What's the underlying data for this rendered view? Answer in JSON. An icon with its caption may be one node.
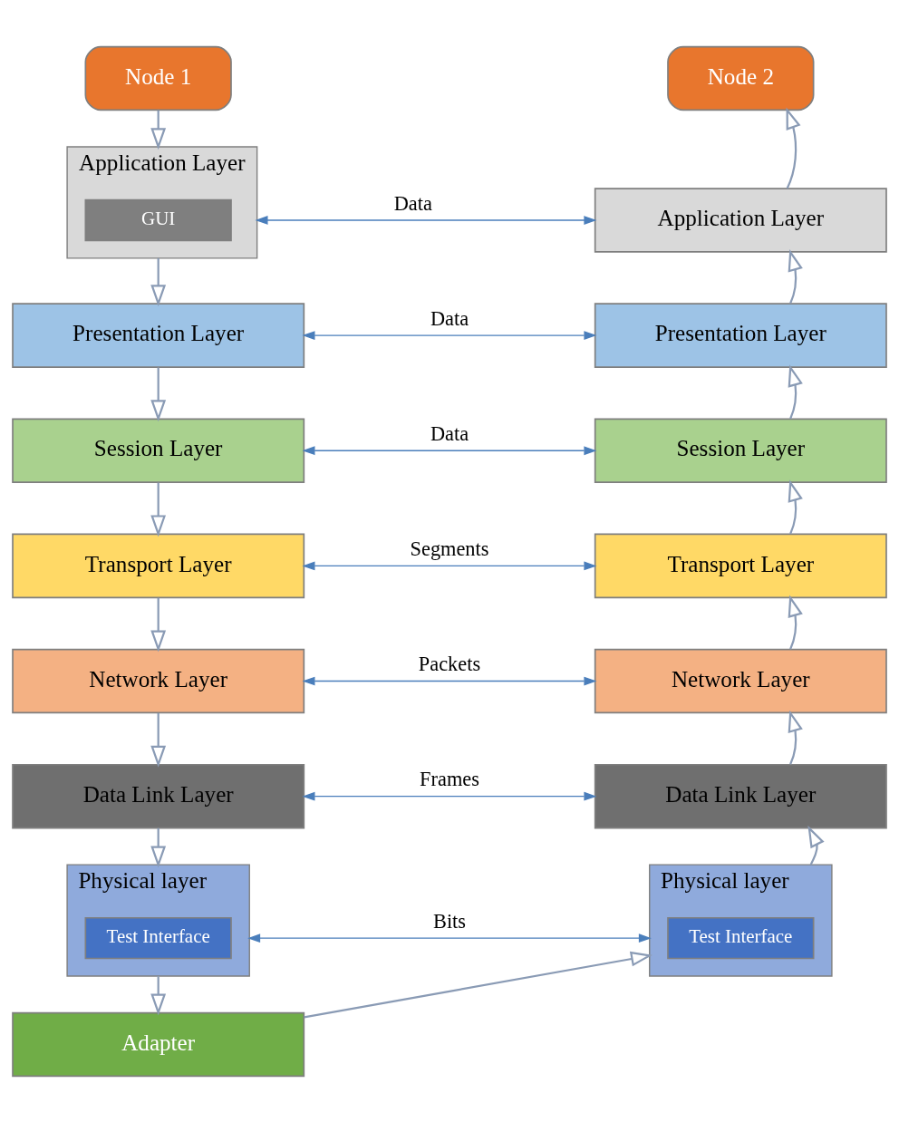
{
  "diagram": {
    "nodes": [
      {
        "text": [
          "Node 1"
        ]
      },
      {
        "text": [
          "Node 2"
        ]
      },
      {
        "text": [
          "Application Layer"
        ]
      },
      {
        "text": [
          "GUI"
        ],
        "in": 2
      },
      {
        "text": [
          "Application Layer"
        ]
      },
      {
        "text": [
          "Presentation Layer"
        ]
      },
      {
        "text": [
          "Presentation Layer"
        ]
      },
      {
        "text": [
          "Session Layer"
        ]
      },
      {
        "text": [
          "Session Layer"
        ]
      },
      {
        "text": [
          "Transport Layer"
        ]
      },
      {
        "text": [
          "Transport Layer"
        ]
      },
      {
        "text": [
          "Network Layer"
        ]
      },
      {
        "text": [
          "Network Layer"
        ]
      },
      {
        "text": [
          "Data Link Layer"
        ]
      },
      {
        "text": [
          "Data Link Layer"
        ]
      },
      {
        "text": [
          "Physical layer"
        ]
      },
      {
        "text": [
          "Test Interface"
        ],
        "in": 15
      },
      {
        "text": [
          "Physical layer"
        ]
      },
      {
        "text": [
          "Test Interface"
        ],
        "in": 17
      },
      {
        "text": [
          "Adapter"
        ]
      }
    ],
    "edges": [
      {
        "from": 0,
        "to": 2,
        "arrow": "to"
      },
      {
        "from": 2,
        "to": 5,
        "arrow": "to"
      },
      {
        "from": 5,
        "to": 7,
        "arrow": "to"
      },
      {
        "from": 7,
        "to": 9,
        "arrow": "to"
      },
      {
        "from": 9,
        "to": 11,
        "arrow": "to"
      },
      {
        "from": 11,
        "to": 13,
        "arrow": "to"
      },
      {
        "from": 13,
        "to": 15,
        "arrow": "to"
      },
      {
        "from": 15,
        "to": 19,
        "arrow": "to"
      },
      {
        "from": 19,
        "to": 17,
        "arrow": "to"
      },
      {
        "from": 17,
        "to": 14,
        "arrow": "to"
      },
      {
        "from": 14,
        "to": 12,
        "arrow": "to"
      },
      {
        "from": 12,
        "to": 10,
        "arrow": "to"
      },
      {
        "from": 10,
        "to": 8,
        "arrow": "to"
      },
      {
        "from": 8,
        "to": 6,
        "arrow": "to"
      },
      {
        "from": 6,
        "to": 4,
        "arrow": "to"
      },
      {
        "from": 4,
        "to": 1,
        "arrow": "to"
      },
      {
        "from": 2,
        "to": 4,
        "arrow": "both",
        "label": "Data",
        "color": "#4a7ebb"
      },
      {
        "from": 5,
        "to": 6,
        "arrow": "both",
        "label": "Data",
        "color": "#4a7ebb"
      },
      {
        "from": 7,
        "to": 8,
        "arrow": "both",
        "label": "Data",
        "color": "#4a7ebb"
      },
      {
        "from": 9,
        "to": 10,
        "arrow": "both",
        "label": "Segments",
        "color": "#4a7ebb"
      },
      {
        "from": 11,
        "to": 12,
        "arrow": "both",
        "label": "Packets",
        "color": "#4a7ebb"
      },
      {
        "from": 13,
        "to": 14,
        "arrow": "both",
        "label": "Frames",
        "color": "#4a7ebb"
      },
      {
        "from": 15,
        "to": 17,
        "arrow": "both",
        "label": "Bits",
        "color": "#4a7ebb"
      }
    ]
  }
}
